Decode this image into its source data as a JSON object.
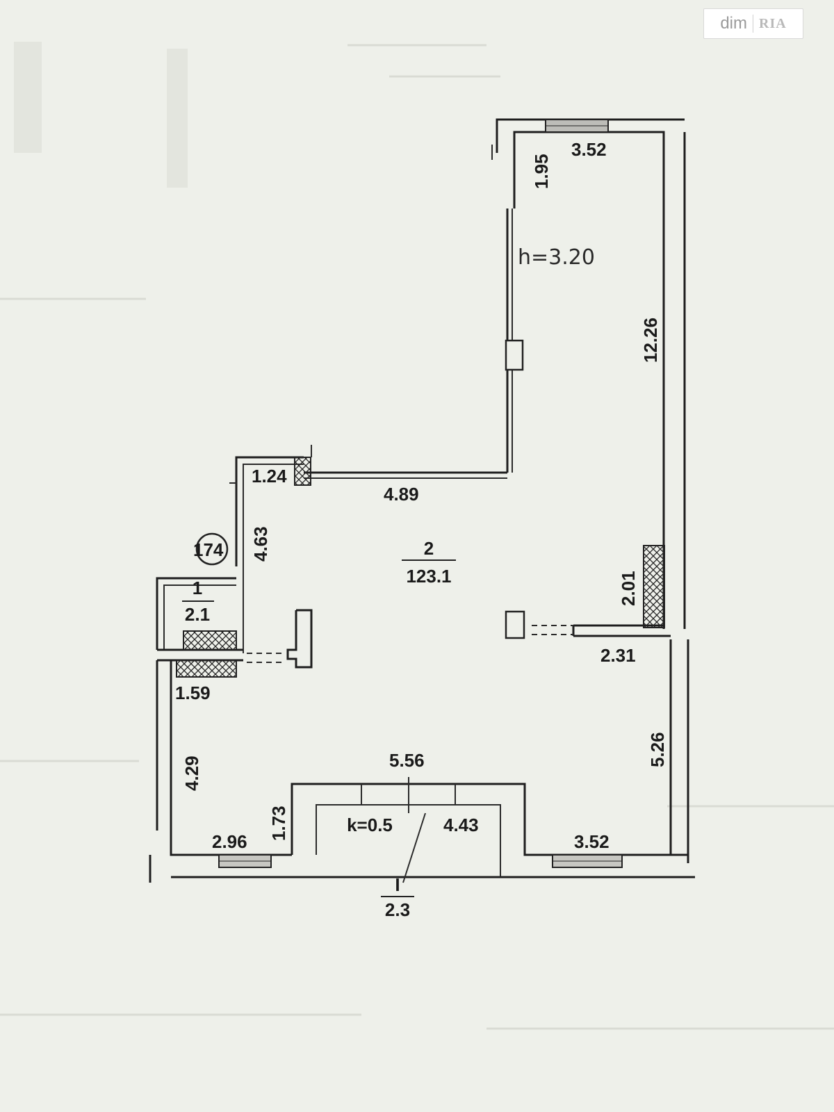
{
  "watermark": {
    "brand_left": "dim",
    "brand_right": "RIA"
  },
  "ceiling_height": "h=3.20",
  "apartment_number": "174",
  "rooms": [
    {
      "number": "1",
      "area": "2.1"
    },
    {
      "number": "2",
      "area": "123.1"
    }
  ],
  "balcony": {
    "number": "I",
    "area": "2.3",
    "coefficient": "k=0.5"
  },
  "dimensions": {
    "top_depth": "1.95",
    "top_width": "3.52",
    "right_long": "12.26",
    "entry_width": "1.24",
    "upper_mid": "4.89",
    "left_upper": "4.63",
    "right_column": "2.01",
    "right_step": "2.31",
    "left_step": "1.59",
    "left_lower": "4.29",
    "right_lower": "5.26",
    "balcony_width": "5.56",
    "balcony_depth": "1.73",
    "balcony_inner": "4.43",
    "bottom_left": "2.96",
    "bottom_right": "3.52"
  }
}
